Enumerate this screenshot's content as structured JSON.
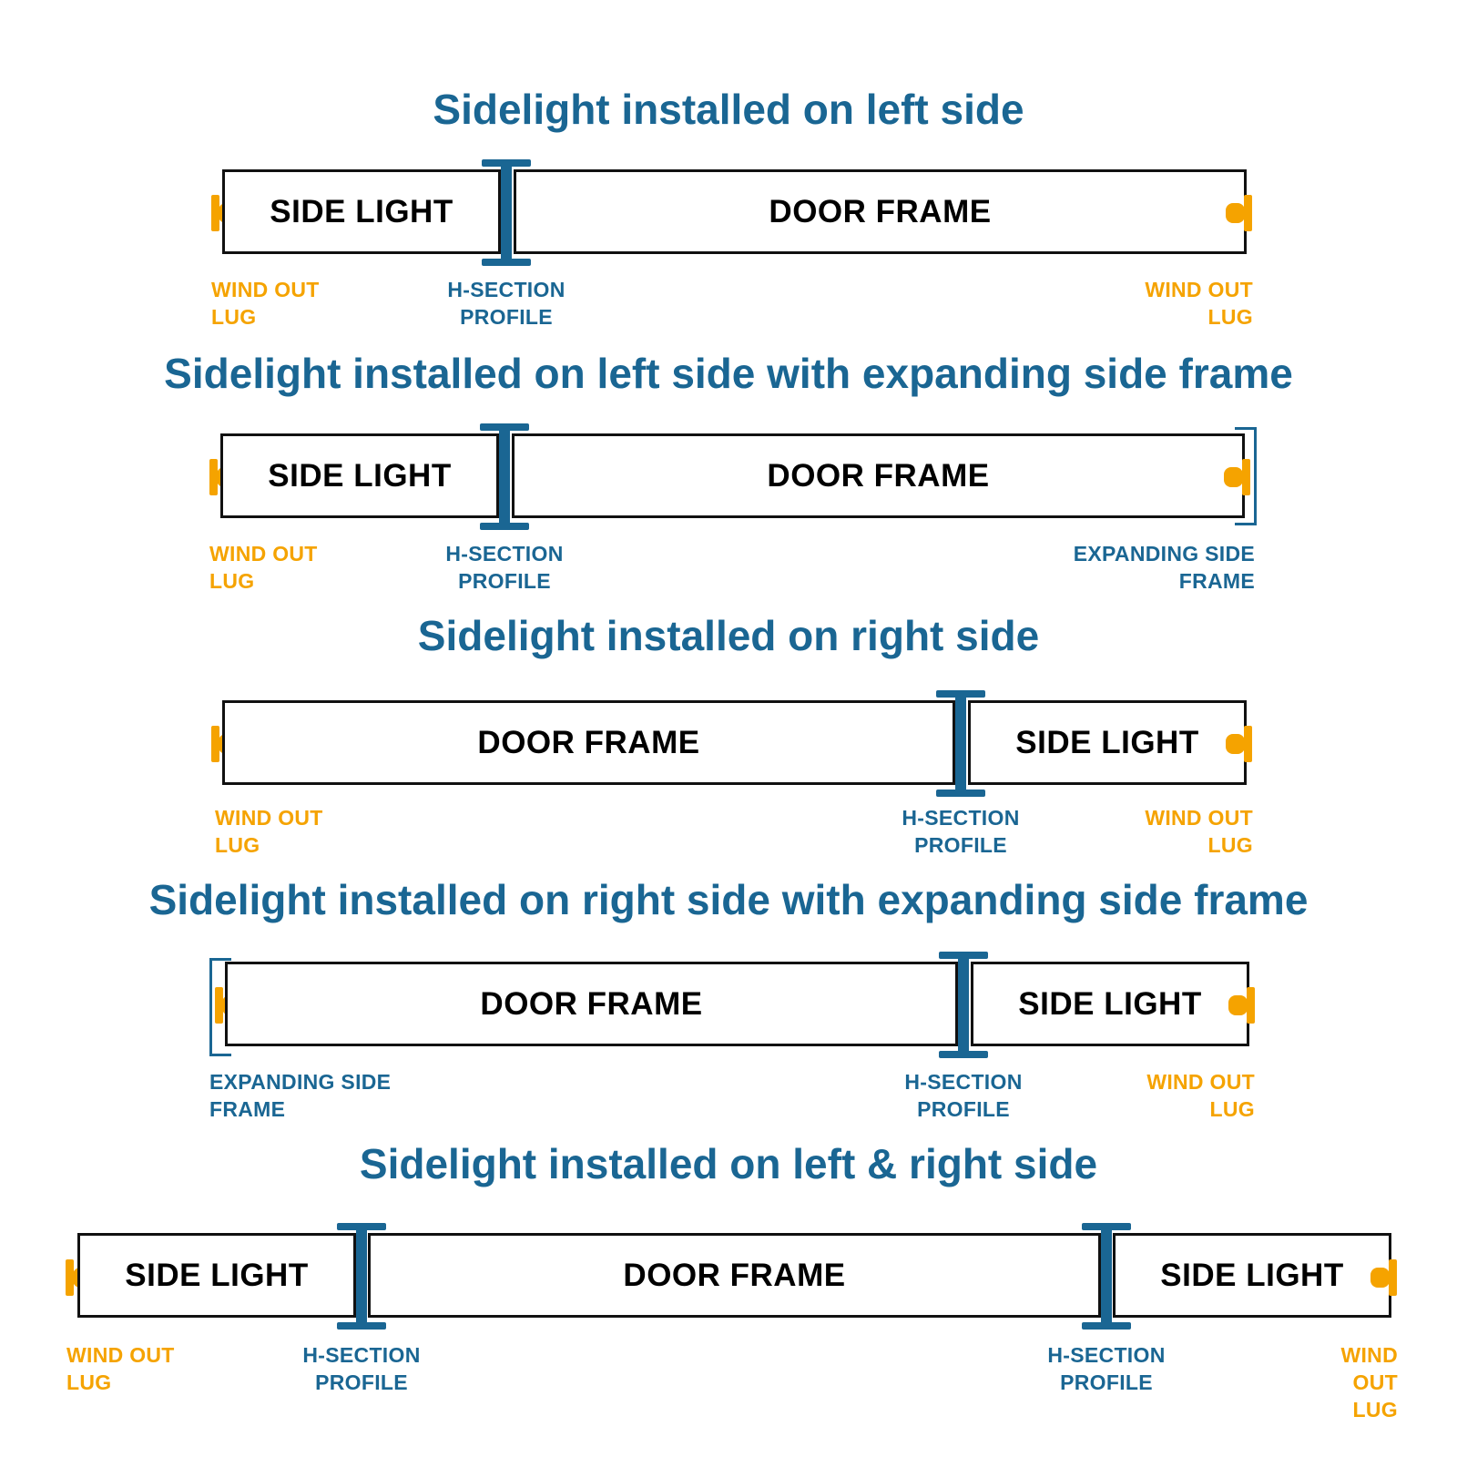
{
  "colors": {
    "title_blue": "#1a6693",
    "lug_orange": "#f5a300",
    "box_stroke": "#111111"
  },
  "sections": [
    {
      "title": "Sidelight installed on left side",
      "boxes": [
        "SIDE LIGHT",
        "DOOR FRAME"
      ],
      "labels": [
        "WIND OUT\nLUG",
        "H-SECTION\nPROFILE",
        "WIND OUT\nLUG"
      ]
    },
    {
      "title": "Sidelight installed on left side with expanding side frame",
      "boxes": [
        "SIDE LIGHT",
        "DOOR FRAME"
      ],
      "labels": [
        "WIND OUT\nLUG",
        "H-SECTION\nPROFILE",
        "EXPANDING SIDE\nFRAME"
      ]
    },
    {
      "title": "Sidelight installed on right side",
      "boxes": [
        "DOOR FRAME",
        "SIDE LIGHT"
      ],
      "labels": [
        "WIND OUT\nLUG",
        "H-SECTION\nPROFILE",
        "WIND OUT\nLUG"
      ]
    },
    {
      "title": "Sidelight installed on right side with expanding side frame",
      "boxes": [
        "DOOR FRAME",
        "SIDE LIGHT"
      ],
      "labels": [
        "EXPANDING SIDE\nFRAME",
        "H-SECTION\nPROFILE",
        "WIND OUT\nLUG"
      ]
    },
    {
      "title": "Sidelight installed on left & right side",
      "boxes": [
        "SIDE LIGHT",
        "DOOR FRAME",
        "SIDE LIGHT"
      ],
      "labels": [
        "WIND OUT\nLUG",
        "H-SECTION\nPROFILE",
        "H-SECTION\nPROFILE",
        "WIND OUT\nLUG"
      ]
    }
  ]
}
